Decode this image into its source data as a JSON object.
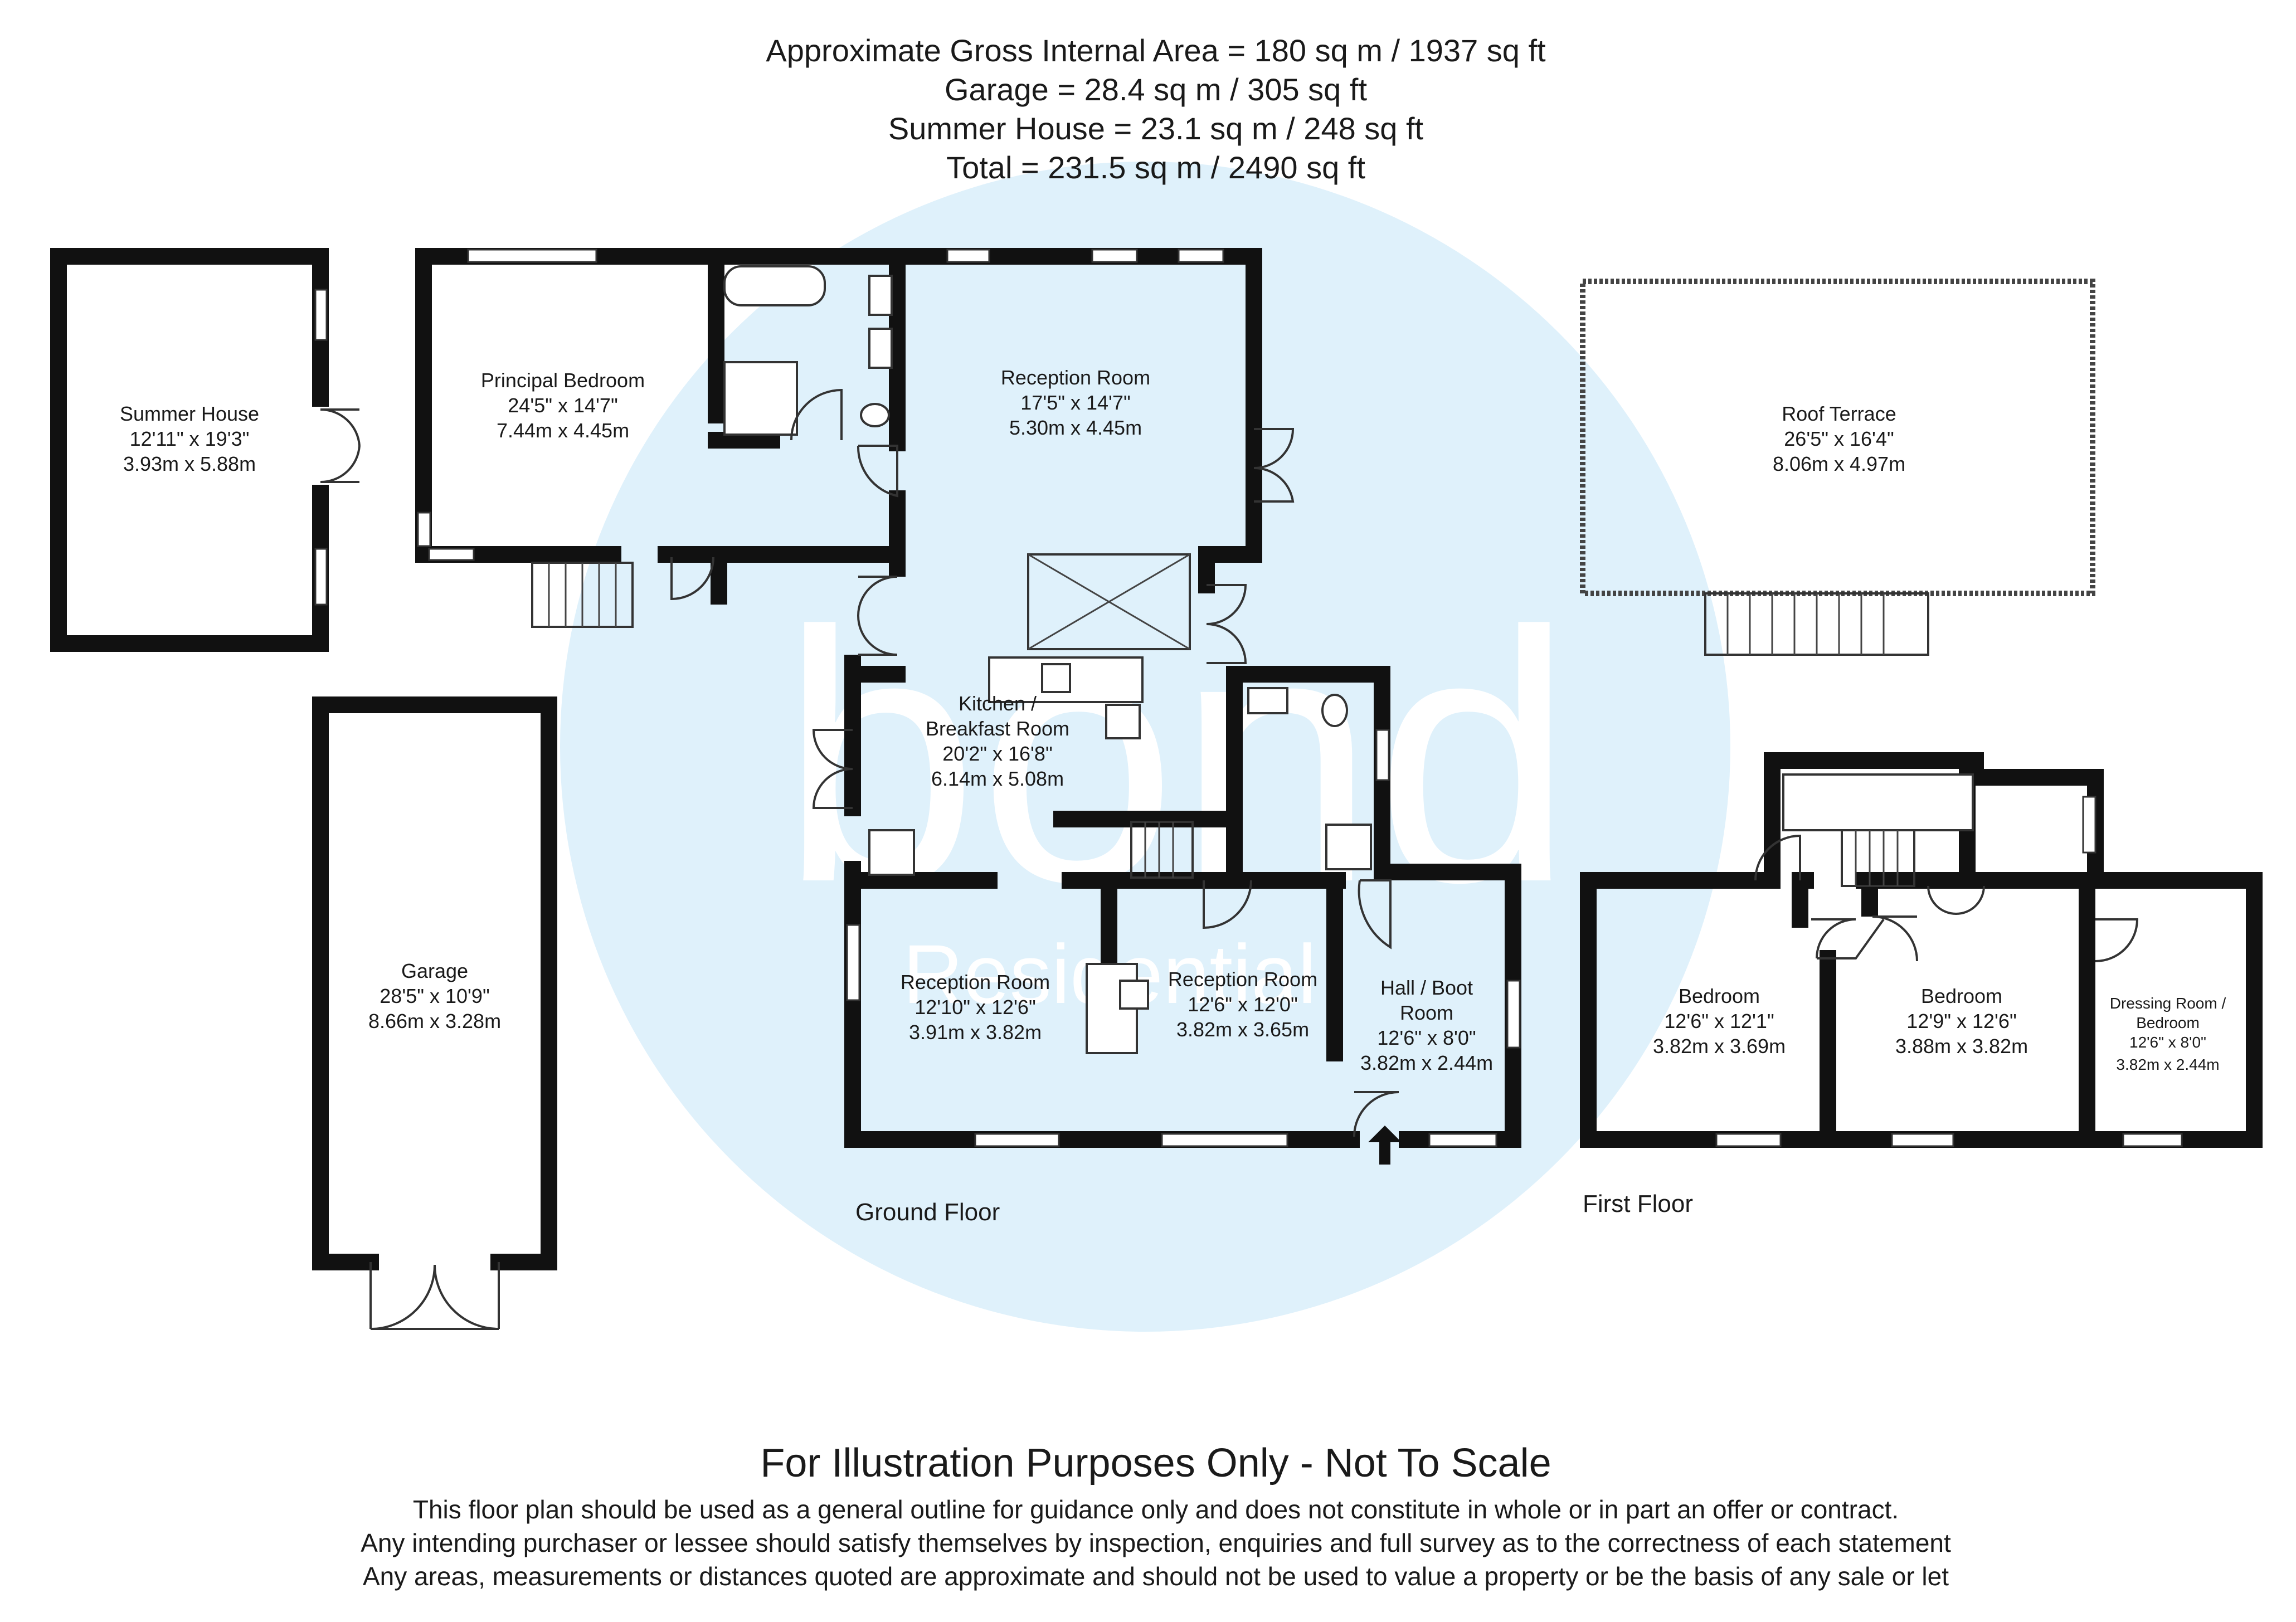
{
  "header": {
    "line1": "Approximate Gross Internal Area = 180 sq m / 1937 sq ft",
    "line2": "Garage = 28.4 sq m / 305 sq ft",
    "line3": "Summer House = 23.1 sq m / 248 sq ft",
    "line4": "Total = 231.5 sq m / 2490 sq ft"
  },
  "watermark": {
    "brand": "bond",
    "sub": "Residential",
    "color": "#dff1fb"
  },
  "rooms": {
    "summer_house": {
      "name": "Summer House",
      "imperial": "12'11\" x 19'3\"",
      "metric": "3.93m x 5.88m"
    },
    "principal_bedroom": {
      "name": "Principal Bedroom",
      "imperial": "24'5\" x 14'7\"",
      "metric": "7.44m x 4.45m"
    },
    "reception_top": {
      "name": "Reception Room",
      "imperial": "17'5\" x 14'7\"",
      "metric": "5.30m x 4.45m"
    },
    "roof_terrace": {
      "name": "Roof Terrace",
      "imperial": "26'5\" x 16'4\"",
      "metric": "8.06m x 4.97m"
    },
    "kitchen": {
      "name_line1": "Kitchen /",
      "name_line2": "Breakfast Room",
      "imperial": "20'2\" x 16'8\"",
      "metric": "6.14m x 5.08m"
    },
    "garage": {
      "name": "Garage",
      "imperial": "28'5\" x 10'9\"",
      "metric": "8.66m x 3.28m"
    },
    "reception_left": {
      "name": "Reception Room",
      "imperial": "12'10\" x 12'6\"",
      "metric": "3.91m x 3.82m"
    },
    "reception_mid": {
      "name": "Reception Room",
      "imperial": "12'6\" x 12'0\"",
      "metric": "3.82m x 3.65m"
    },
    "hall": {
      "name_line1": "Hall / Boot",
      "name_line2": "Room",
      "imperial": "12'6\" x 8'0\"",
      "metric": "3.82m x 2.44m"
    },
    "bedroom_1": {
      "name": "Bedroom",
      "imperial": "12'6\" x 12'1\"",
      "metric": "3.82m x 3.69m"
    },
    "bedroom_2": {
      "name": "Bedroom",
      "imperial": "12'9\" x 12'6\"",
      "metric": "3.88m x 3.82m"
    },
    "dressing": {
      "name_line1": "Dressing Room /",
      "name_line2": "Bedroom",
      "imperial": "12'6\" x 8'0\"",
      "metric": "3.82m x 2.44m"
    }
  },
  "floors": {
    "ground": "Ground Floor",
    "first": "First Floor"
  },
  "disclaimer": {
    "title": "For Illustration Purposes Only - Not To Scale",
    "line1": "This floor plan should be used as a general outline for guidance only and does not constitute in whole or in part an offer or contract.",
    "line2": "Any intending purchaser or lessee should satisfy themselves by inspection, enquiries and full survey as to the correctness of each statement",
    "line3": "Any areas, measurements or distances quoted are approximate and should not be used to value a property or be the basis of any sale or let"
  }
}
